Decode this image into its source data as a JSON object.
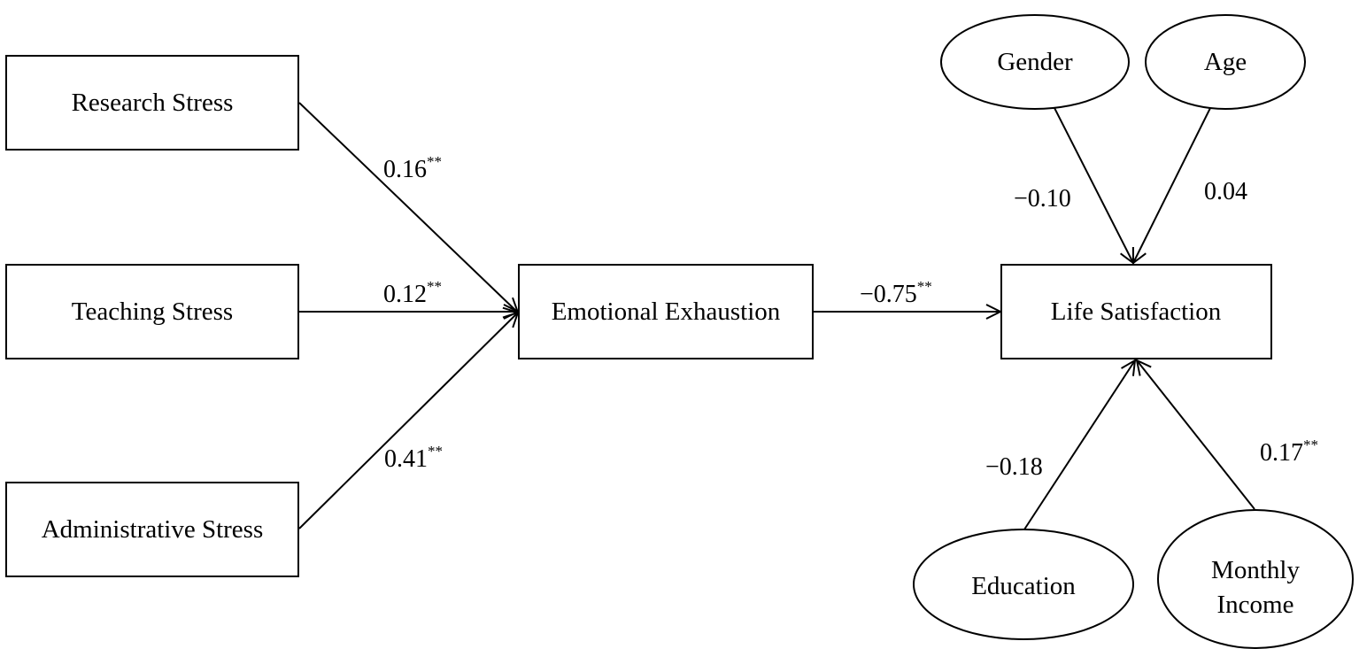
{
  "nodes": {
    "research_stress": "Research Stress",
    "teaching_stress": "Teaching Stress",
    "administrative_stress": "Administrative Stress",
    "emotional_exhaustion": "Emotional Exhaustion",
    "life_satisfaction": "Life Satisfaction",
    "gender": "Gender",
    "age": "Age",
    "education": "Education",
    "monthly_income_line1": "Monthly",
    "monthly_income_line2": "Income"
  },
  "paths": {
    "research_to_ee": {
      "value": "0.16",
      "sig": "**"
    },
    "teaching_to_ee": {
      "value": "0.12",
      "sig": "**"
    },
    "admin_to_ee": {
      "value": "0.41",
      "sig": "**"
    },
    "ee_to_ls": {
      "value": "−0.75",
      "sig": "**"
    },
    "gender_to_ls": {
      "value": "−0.10"
    },
    "age_to_ls": {
      "value": "0.04"
    },
    "education_to_ls": {
      "value": "−0.18"
    },
    "income_to_ls": {
      "value": "0.17",
      "sig": "**"
    }
  }
}
